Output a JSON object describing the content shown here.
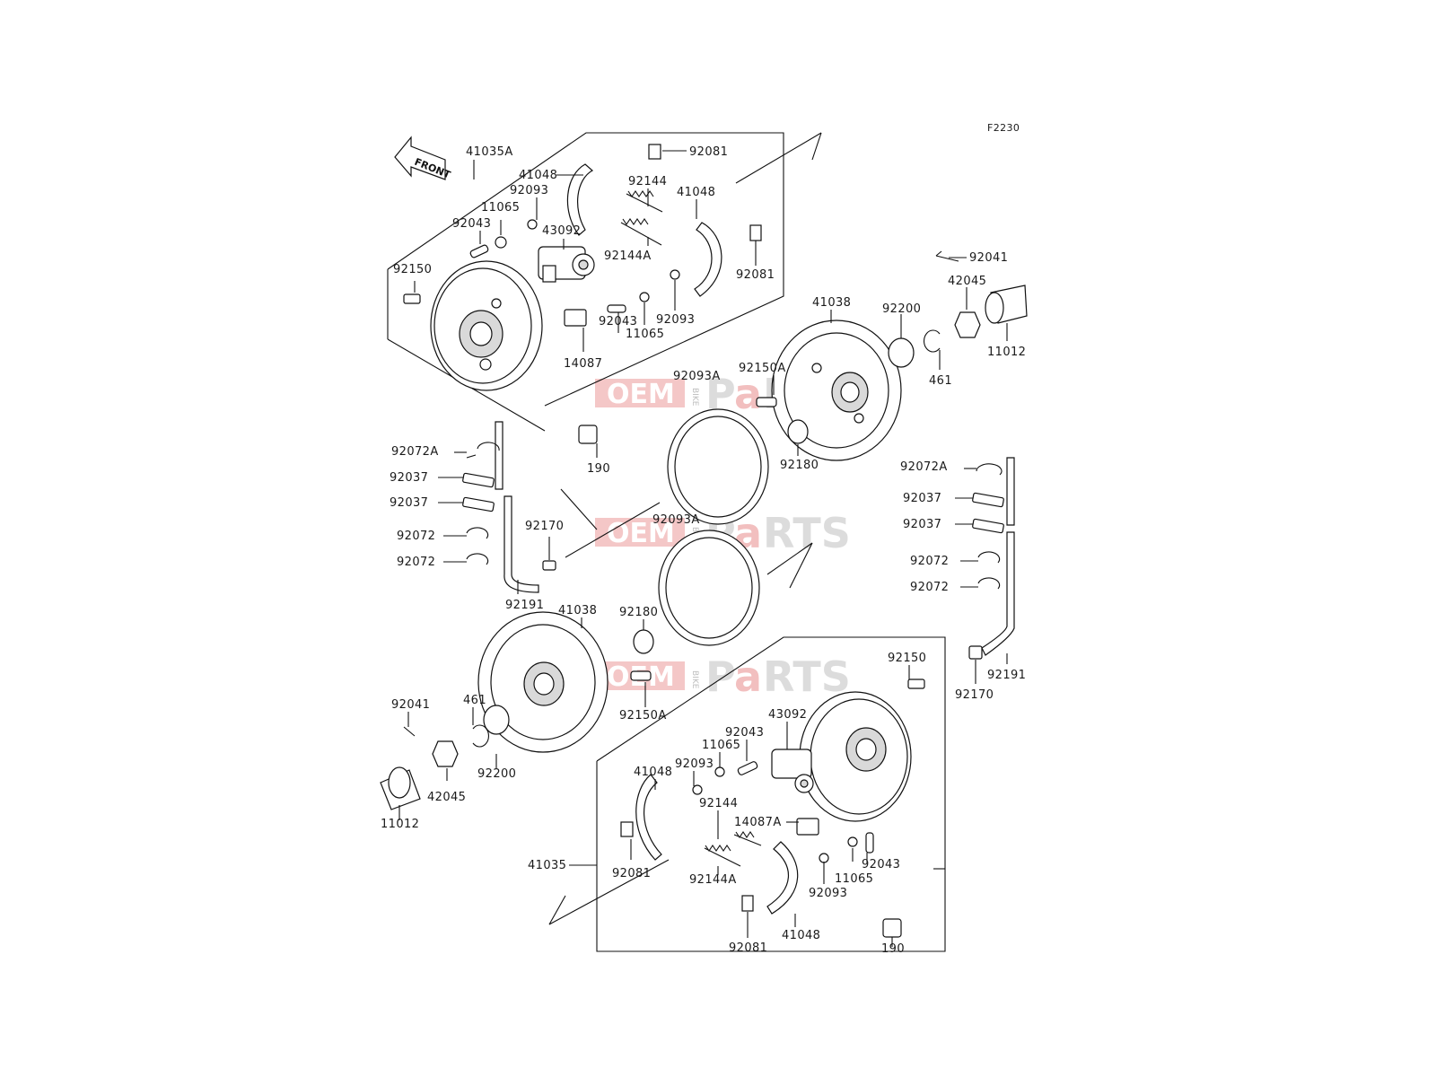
{
  "diagram_code": "F2230",
  "front_label": "FRONT",
  "watermark": {
    "oem": "OEM",
    "bike": "BIKE",
    "p": "P",
    "a": "a",
    "rts": "RTS"
  },
  "labels": {
    "l41035A": "41035A",
    "l92081_a": "92081",
    "l41048_a": "41048",
    "l92093_a": "92093",
    "l92144_a": "92144",
    "l41048_b": "41048",
    "l11065_a": "11065",
    "l92043_a": "92043",
    "l43092_a": "43092",
    "l92144A_a": "92144A",
    "l92081_b": "92081",
    "l92150_a": "92150",
    "l92093_b": "92093",
    "l11065_b": "11065",
    "l92043_b": "92043",
    "l14087": "14087",
    "l92041_a": "92041",
    "l42045_a": "42045",
    "l11012_a": "11012",
    "l41038_a": "41038",
    "l92200_a": "92200",
    "l461_a": "461",
    "l92150A_a": "92150A",
    "l92093A_a": "92093A",
    "l190_a": "190",
    "l92180_a": "92180",
    "l92072A_a": "92072A",
    "l92037_a": "92037",
    "l92037_b": "92037",
    "l92072_a": "92072",
    "l92072_b": "92072",
    "l92170_a": "92170",
    "l92093A_b": "92093A",
    "l92072A_b": "92072A",
    "l92037_c": "92037",
    "l92037_d": "92037",
    "l92072_c": "92072",
    "l92072_d": "92072",
    "l92191_a": "92191",
    "l41038_b": "41038",
    "l92180_b": "92180",
    "l92150_b": "92150",
    "l92191_b": "92191",
    "l92170_b": "92170",
    "l92150A_b": "92150A",
    "l92041_b": "92041",
    "l461_b": "461",
    "l43092_b": "43092",
    "l92043_c": "92043",
    "l11065_c": "11065",
    "l41048_c": "41048",
    "l92093_c": "92093",
    "l92144_b": "92144",
    "l14087A": "14087A",
    "l92200_b": "92200",
    "l42045_b": "42045",
    "l11012_b": "11012",
    "l41035": "41035",
    "l92081_c": "92081",
    "l92144A_b": "92144A",
    "l92043_d": "92043",
    "l11065_d": "11065",
    "l92093_d": "92093",
    "l92081_d": "92081",
    "l41048_d": "41048",
    "l190_b": "190"
  }
}
